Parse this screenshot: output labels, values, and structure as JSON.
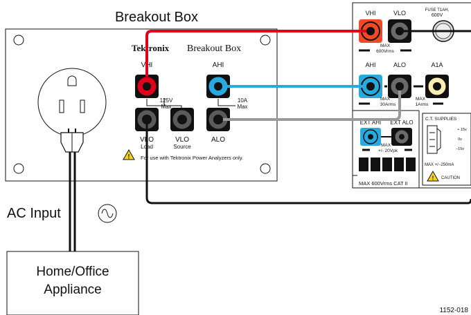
{
  "breakout_box": {
    "heading": "Breakout Box",
    "brand": "Tektronix",
    "model": "Breakout Box",
    "vhi_label": "VHI",
    "ahi_label": "AHI",
    "vlo_load_label": "VLO",
    "vlo_load_sub": "Load",
    "vlo_source_label": "VLO",
    "vlo_source_sub": "Source",
    "alo_label": "ALO",
    "rating_v_line1": "125V",
    "rating_v_line2": "Max",
    "rating_a_line1": "10A",
    "rating_a_line2": "Max",
    "warning_text": "For use with Tektronix Power Analyzers only."
  },
  "analyzer": {
    "vhi_label": "VHI",
    "vlo_label": "VLO",
    "fuse_line1": "FUSE T1AH,",
    "fuse_line2": "600V",
    "max_v_line1": "MAX",
    "max_v_line2": "600Vrms",
    "ahi_label": "AHI",
    "alo_label": "ALO",
    "a1a_label": "A1A",
    "max_a_line1": "MAX",
    "max_a_line2": "30Arms",
    "max_1a_line1": "MAX",
    "max_1a_line2": "1Arms",
    "ext_ahi_label": "EXT AHI",
    "ext_alo_label": "EXT ALO",
    "ext_max_line1": "MAX",
    "ext_max_line2": "+/- 20Vpk",
    "supplies_title": "C.T. SUPPLIES",
    "supply_1": "+ 15v",
    "supply_2": "0v",
    "supply_3": "−15v",
    "supply_max": "MAX +/−250mA",
    "caution": "CAUTION",
    "cat_rating": "MAX  600Vrms CAT II"
  },
  "ac_input_label": "AC Input",
  "appliance_line1": "Home/Office",
  "appliance_line2": "Appliance",
  "figure_id": "1152-018",
  "colors": {
    "red": "#e0001b",
    "blue": "#28a9e0",
    "gray": "#9a9a9a",
    "black": "#111111",
    "orange": "#ef4a23",
    "cream": "#fbeeb0",
    "warning_yellow": "#f6d31d"
  }
}
